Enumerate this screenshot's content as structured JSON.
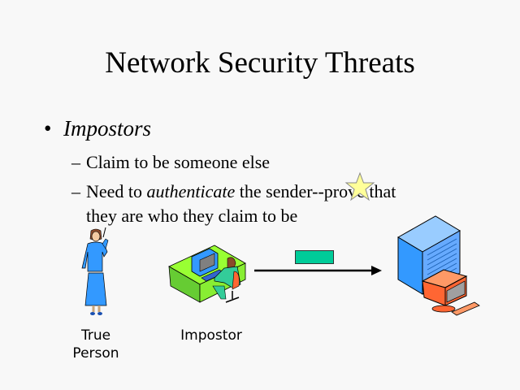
{
  "slide": {
    "title": "Network Security Threats",
    "bullet": {
      "marker": "•",
      "label": "Impostors",
      "sub_items": [
        {
          "dash": "–",
          "text": "Claim to be someone else"
        },
        {
          "dash": "–",
          "text_before": "Need to ",
          "text_emphasis": "authenticate",
          "text_after": " the sender--prove that",
          "continuation": "they are who they claim to be"
        }
      ]
    },
    "captions": {
      "true_person_line1": "True",
      "true_person_line2": "Person",
      "impostor": "Impostor"
    },
    "colors": {
      "background": "#f8f8f8",
      "message_packet": "#00cc99",
      "star": "#ffff99",
      "desk": "#99ff33",
      "server": "#66ccff",
      "terminal": "#ff6633",
      "person_suit": "#3399ff"
    },
    "icons": {
      "star": "star-icon",
      "true_person": "woman-on-phone-icon",
      "impostor": "person-at-computer-icon",
      "message": "message-packet-icon",
      "arrow": "arrow-right-icon",
      "server": "server-computer-icon"
    }
  }
}
